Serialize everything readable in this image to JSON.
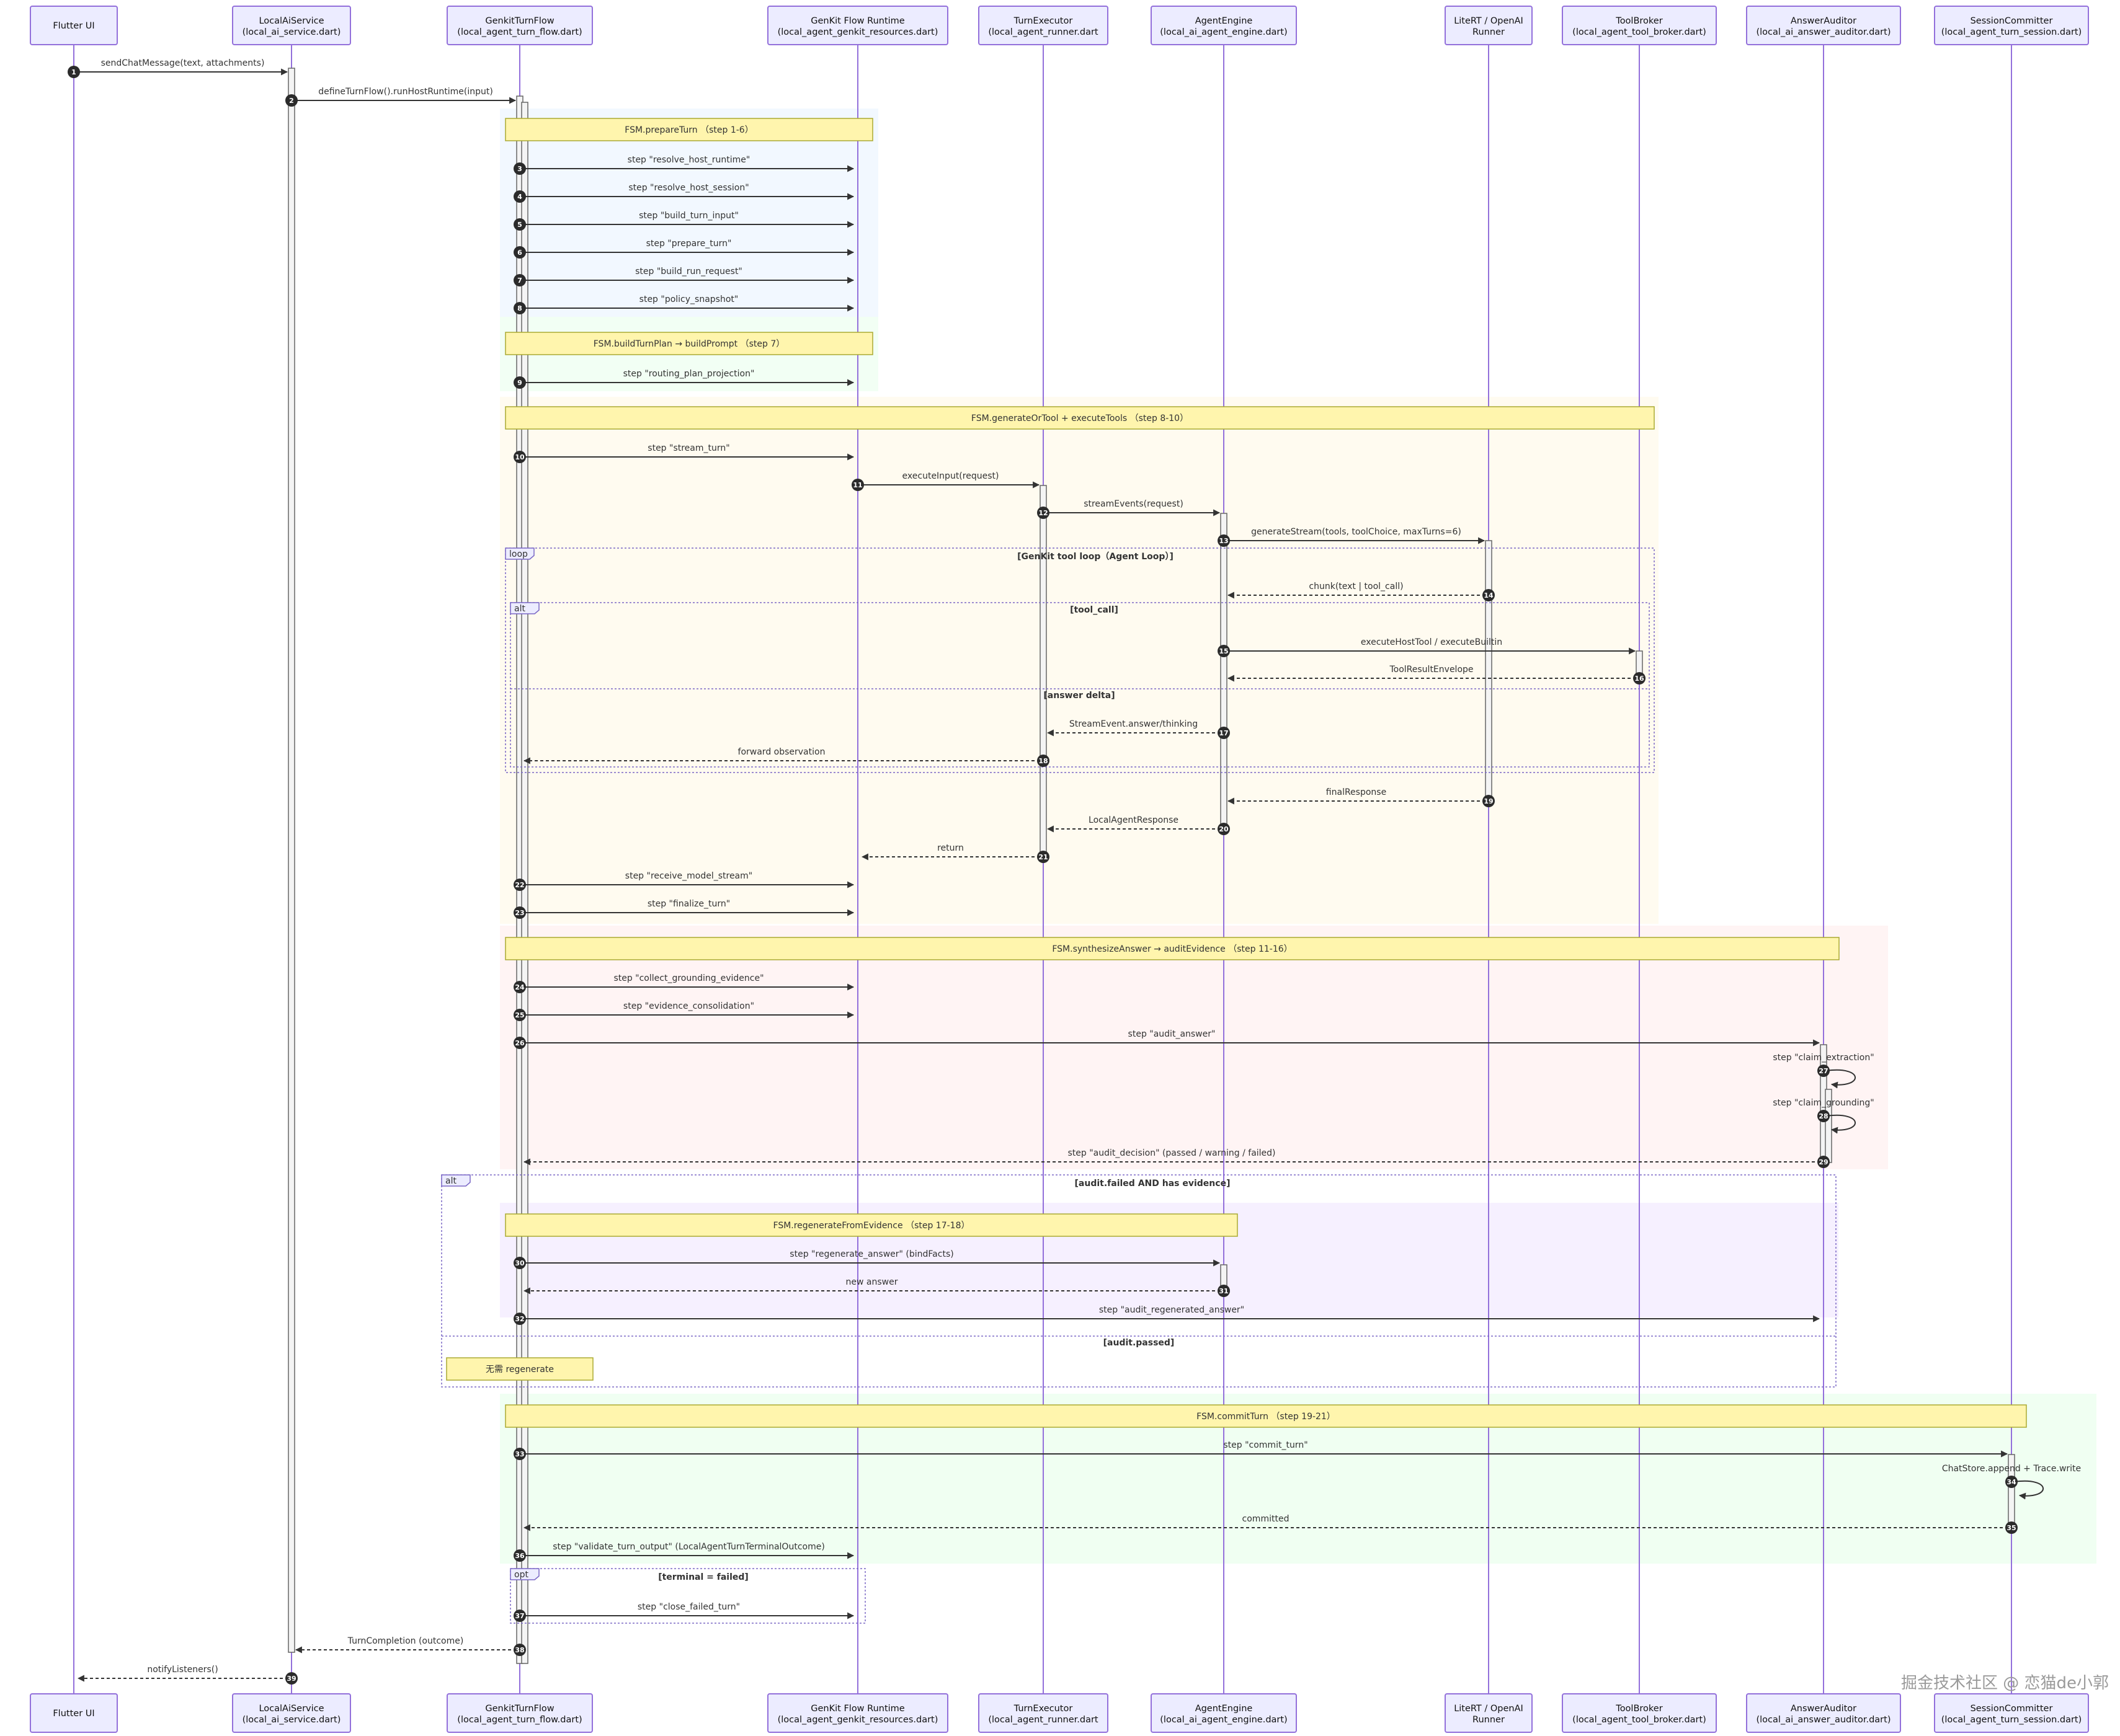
{
  "actors": [
    {
      "id": "flutter",
      "name": "Flutter UI",
      "file": ""
    },
    {
      "id": "service",
      "name": "LocalAiService",
      "file": "(local_ai_service.dart)"
    },
    {
      "id": "flow",
      "name": "GenkitTurnFlow",
      "file": "(local_agent_turn_flow.dart)"
    },
    {
      "id": "runtime",
      "name": "GenKit Flow Runtime",
      "file": "(local_agent_genkit_resources.dart)"
    },
    {
      "id": "executor",
      "name": "TurnExecutor",
      "file": "(local_agent_runner.dart"
    },
    {
      "id": "engine",
      "name": "AgentEngine",
      "file": "(local_ai_agent_engine.dart)"
    },
    {
      "id": "runner",
      "name": "LiteRT / OpenAI",
      "file": "Runner"
    },
    {
      "id": "broker",
      "name": "ToolBroker",
      "file": "(local_agent_tool_broker.dart)"
    },
    {
      "id": "auditor",
      "name": "AnswerAuditor",
      "file": "(local_ai_answer_auditor.dart)"
    },
    {
      "id": "committer",
      "name": "SessionCommitter",
      "file": "(local_agent_turn_session.dart)"
    }
  ],
  "sections": [
    {
      "id": "s-prepare",
      "color": "#F2F8FF"
    },
    {
      "id": "s-plan",
      "color": "#F2FFF4"
    },
    {
      "id": "s-generate",
      "color": "#FFFBF0"
    },
    {
      "id": "s-synth",
      "color": "#FFF4F4"
    },
    {
      "id": "s-regen",
      "color": "#F6F0FF"
    },
    {
      "id": "s-commit",
      "color": "#F0FFF2"
    }
  ],
  "notes": [
    {
      "id": "n-prepare",
      "text": "FSM.prepareTurn （step 1-6）"
    },
    {
      "id": "n-plan",
      "text": "FSM.buildTurnPlan → buildPrompt （step 7）"
    },
    {
      "id": "n-generate",
      "text": "FSM.generateOrTool + executeTools （step 8-10）"
    },
    {
      "id": "n-synth",
      "text": "FSM.synthesizeAnswer → auditEvidence （step 11-16）"
    },
    {
      "id": "n-regen",
      "text": "FSM.regenerateFromEvidence （step 17-18）"
    },
    {
      "id": "n-noregen",
      "text": "无需 regenerate"
    },
    {
      "id": "n-commit",
      "text": "FSM.commitTurn （step 19-21）"
    }
  ],
  "frames": [
    {
      "id": "f-loop",
      "type": "loop",
      "conditions": [
        "[GenKit tool loop（Agent Loop）]"
      ]
    },
    {
      "id": "f-alt1",
      "type": "alt",
      "conditions": [
        "[tool_call]",
        "[answer delta]"
      ]
    },
    {
      "id": "f-alt2",
      "type": "alt",
      "conditions": [
        "[audit.failed AND has evidence]",
        "[audit.passed]"
      ]
    },
    {
      "id": "f-opt",
      "type": "opt",
      "conditions": [
        "[terminal = failed]"
      ]
    }
  ],
  "messages": [
    {
      "n": "1",
      "text": "sendChatMessage(text, attachments)"
    },
    {
      "n": "2",
      "text": "defineTurnFlow().runHostRuntime(input)"
    },
    {
      "n": "3",
      "text": "step \"resolve_host_runtime\""
    },
    {
      "n": "4",
      "text": "step \"resolve_host_session\""
    },
    {
      "n": "5",
      "text": "step \"build_turn_input\""
    },
    {
      "n": "6",
      "text": "step \"prepare_turn\""
    },
    {
      "n": "7",
      "text": "step \"build_run_request\""
    },
    {
      "n": "8",
      "text": "step \"policy_snapshot\""
    },
    {
      "n": "9",
      "text": "step \"routing_plan_projection\""
    },
    {
      "n": "10",
      "text": "step \"stream_turn\""
    },
    {
      "n": "11",
      "text": "executeInput(request)"
    },
    {
      "n": "12",
      "text": "streamEvents(request)"
    },
    {
      "n": "13",
      "text": "generateStream(tools, toolChoice, maxTurns=6)"
    },
    {
      "n": "14",
      "text": "chunk(text | tool_call)"
    },
    {
      "n": "15",
      "text": "executeHostTool / executeBuiltin"
    },
    {
      "n": "16",
      "text": "ToolResultEnvelope"
    },
    {
      "n": "17",
      "text": "StreamEvent.answer/thinking"
    },
    {
      "n": "18",
      "text": "forward observation"
    },
    {
      "n": "19",
      "text": "finalResponse"
    },
    {
      "n": "20",
      "text": "LocalAgentResponse"
    },
    {
      "n": "21",
      "text": "return"
    },
    {
      "n": "22",
      "text": "step \"receive_model_stream\""
    },
    {
      "n": "23",
      "text": "step \"finalize_turn\""
    },
    {
      "n": "24",
      "text": "step \"collect_grounding_evidence\""
    },
    {
      "n": "25",
      "text": "step \"evidence_consolidation\""
    },
    {
      "n": "26",
      "text": "step \"audit_answer\""
    },
    {
      "n": "27",
      "text": "step \"claim_extraction\""
    },
    {
      "n": "28",
      "text": "step \"claim_grounding\""
    },
    {
      "n": "29",
      "text": "step \"audit_decision\" (passed / warning / failed)"
    },
    {
      "n": "30",
      "text": "step \"regenerate_answer\" (bindFacts)"
    },
    {
      "n": "31",
      "text": "new answer"
    },
    {
      "n": "32",
      "text": "step \"audit_regenerated_answer\""
    },
    {
      "n": "33",
      "text": "step \"commit_turn\""
    },
    {
      "n": "34",
      "text": "ChatStore.append + Trace.write"
    },
    {
      "n": "35",
      "text": "committed"
    },
    {
      "n": "36",
      "text": "step \"validate_turn_output\" (LocalAgentTurnTerminalOutcome)"
    },
    {
      "n": "37",
      "text": "step \"close_failed_turn\""
    },
    {
      "n": "38",
      "text": "TurnCompletion (outcome)"
    },
    {
      "n": "39",
      "text": "notifyListeners()"
    }
  ],
  "watermark": "掘金技术社区 @ 恋猫de小郭"
}
